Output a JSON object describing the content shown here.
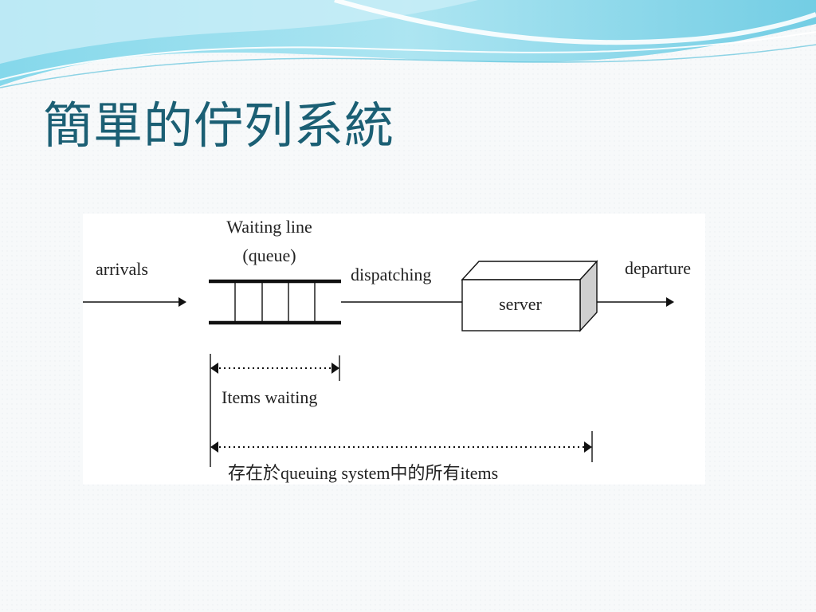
{
  "slide": {
    "title": "簡單的佇列系統",
    "title_color": "#1b5f74",
    "accent_color": "#5fc3dc"
  },
  "diagram": {
    "labels": {
      "waiting_line": "Waiting line",
      "queue": "(queue)",
      "arrivals": "arrivals",
      "dispatching": "dispatching",
      "server": "server",
      "departure": "departure",
      "items_waiting": "Items waiting",
      "items_in_system": "存在於queuing system中的所有items"
    }
  }
}
